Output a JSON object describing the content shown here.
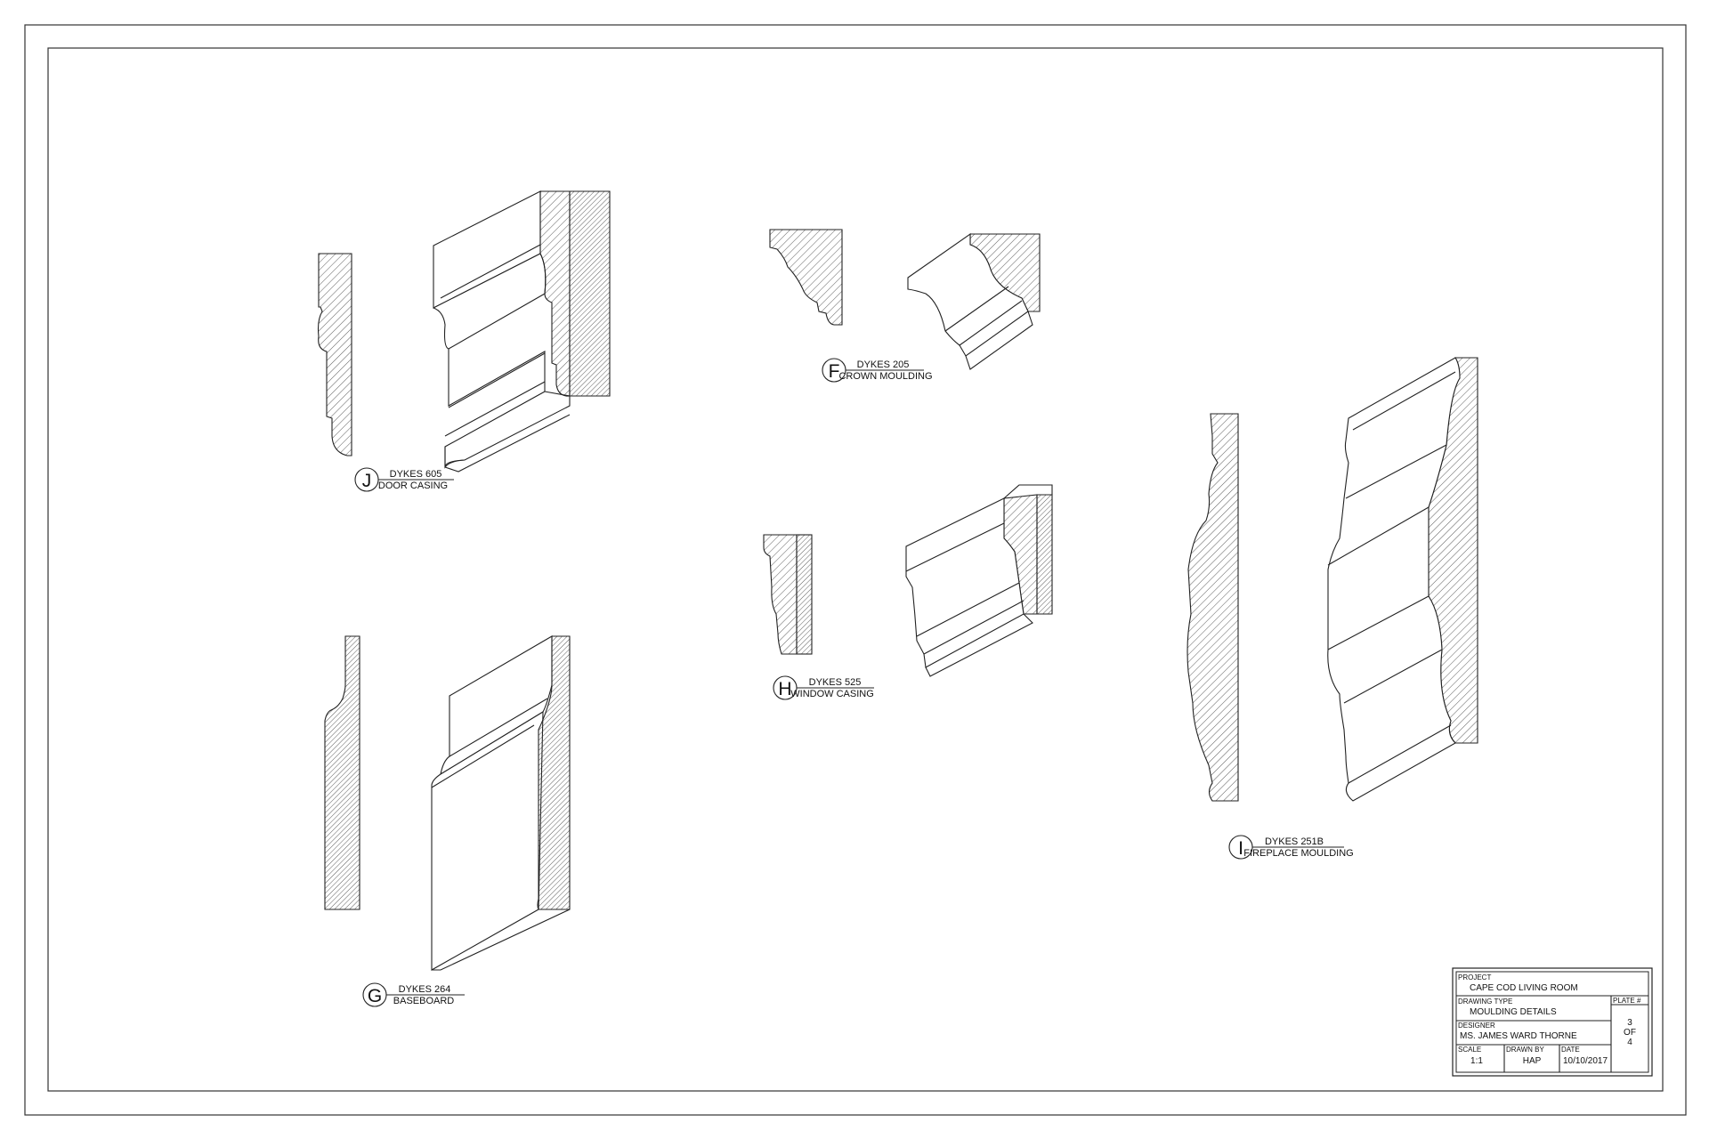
{
  "details": [
    {
      "id": "J",
      "number": "DYKES 605",
      "name": "DOOR CASING"
    },
    {
      "id": "F",
      "number": "DYKES 205",
      "name": "CROWN MOULDING"
    },
    {
      "id": "H",
      "number": "DYKES 525",
      "name": "WINDOW CASING"
    },
    {
      "id": "I",
      "number": "DYKES 251B",
      "name": "FIREPLACE MOULDING"
    },
    {
      "id": "G",
      "number": "DYKES 264",
      "name": "BASEBOARD"
    }
  ],
  "title_block": {
    "project_label": "PROJECT",
    "project": "CAPE COD LIVING ROOM",
    "drawing_type_label": "DRAWING TYPE",
    "drawing_type": "MOULDING DETAILS",
    "plate_label": "PLATE #",
    "plate_number": "3",
    "plate_of": "OF",
    "plate_total": "4",
    "designer_label": "DESIGNER",
    "designer": "MS. JAMES WARD THORNE",
    "scale_label": "SCALE",
    "scale": "1:1",
    "drawn_by_label": "DRAWN BY",
    "drawn_by": "HAP",
    "date_label": "DATE",
    "date": "10/10/2017"
  }
}
